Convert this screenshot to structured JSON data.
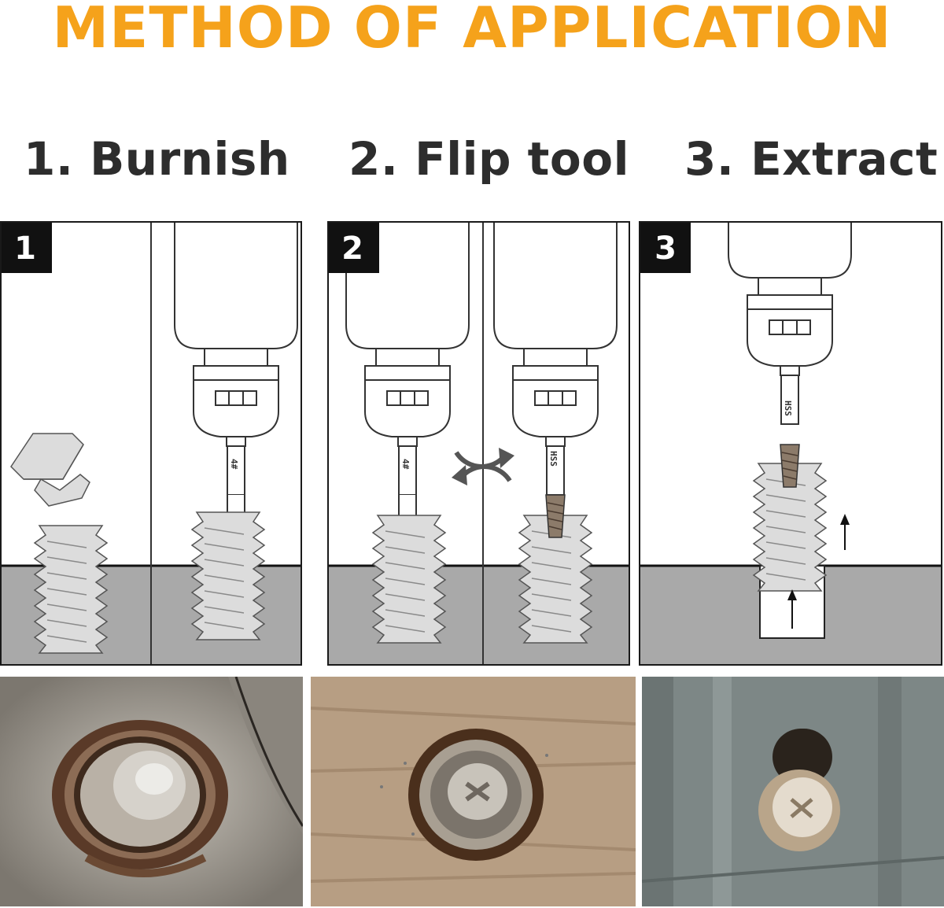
{
  "title": "METHOD OF APPLICATION",
  "steps": [
    {
      "label": "1. Burnish",
      "badge": "1",
      "bit_mark": "4#"
    },
    {
      "label": "2. Flip tool",
      "badge": "2",
      "bit_mark": "4#",
      "bit_mark_2": "HSS"
    },
    {
      "label": "3. Extract",
      "badge": "3",
      "bit_mark": "HSS"
    }
  ],
  "colors": {
    "title": "#f5a21b",
    "text": "#2d2d2d",
    "ground": "#a9a9a9",
    "screw": "#dcdcdc"
  }
}
